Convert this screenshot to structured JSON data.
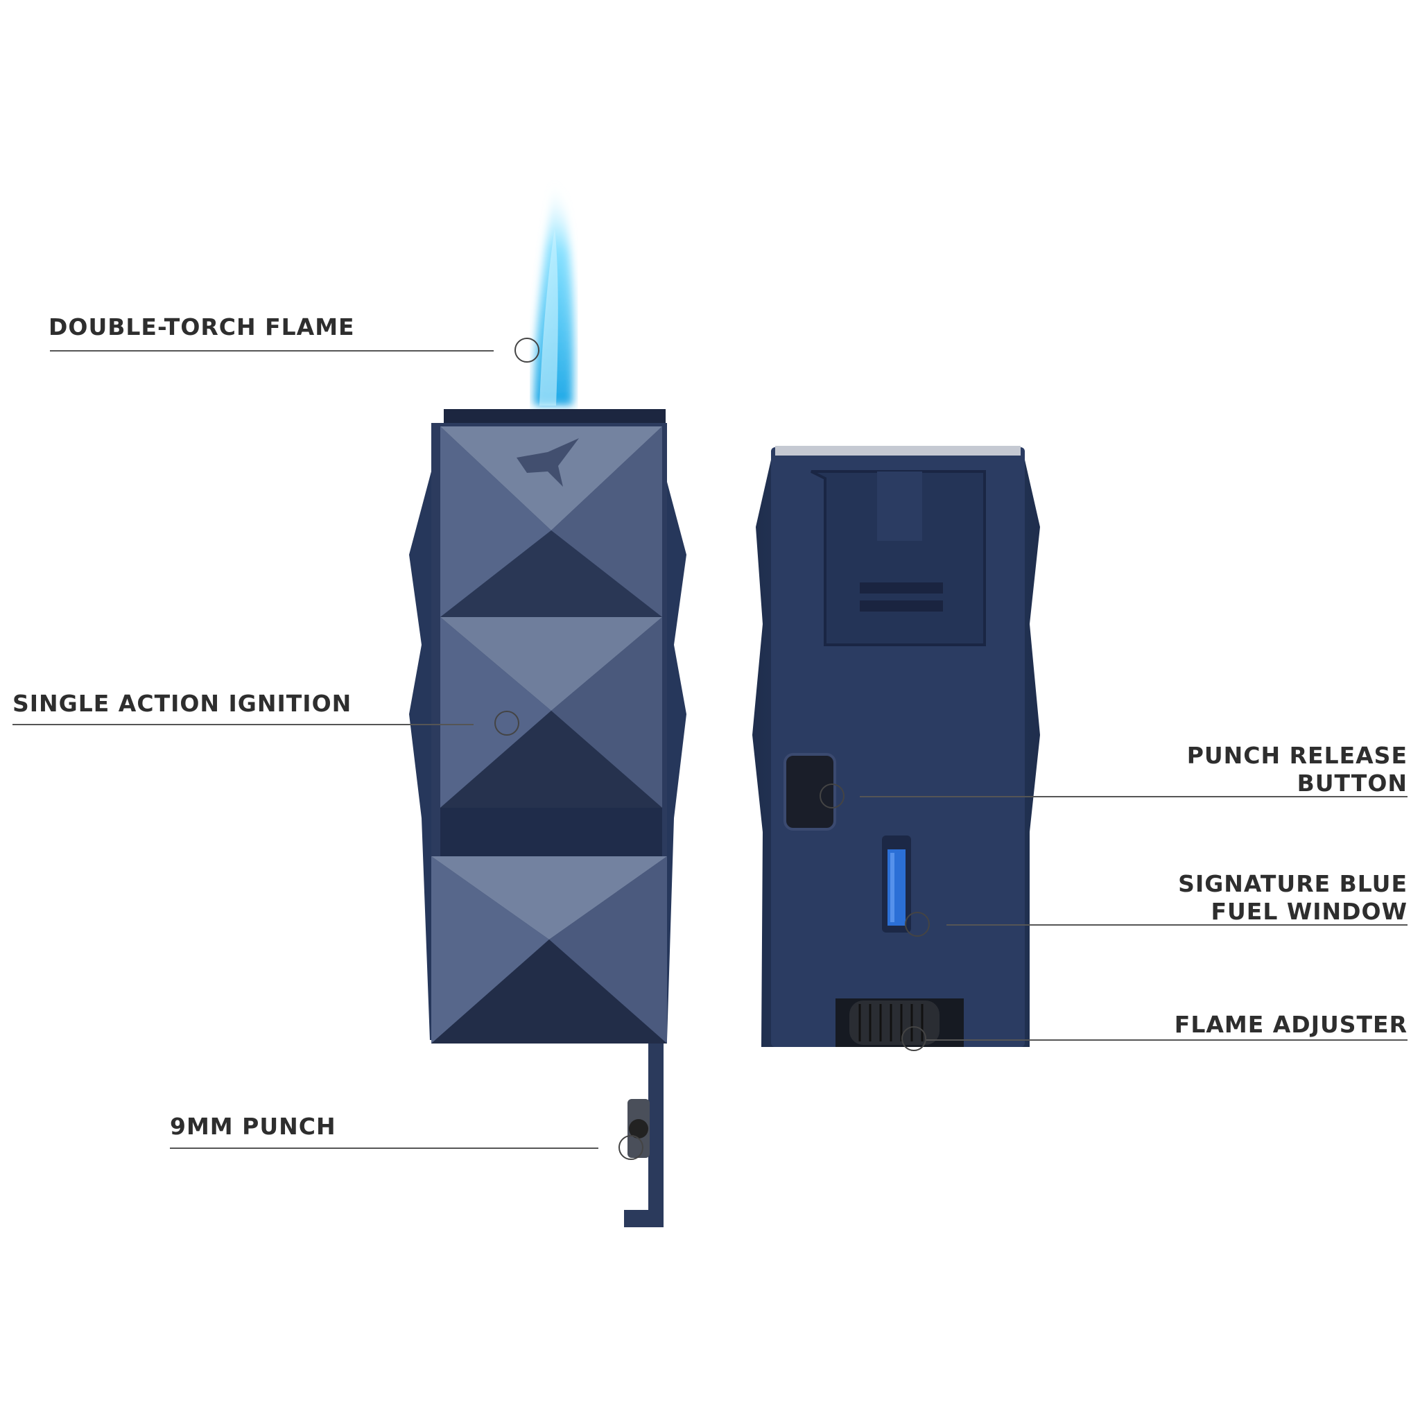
{
  "callouts": {
    "double_torch_flame": "DOUBLE-TORCH FLAME",
    "single_action_ignition": "SINGLE ACTION IGNITION",
    "nine_mm_punch": "9MM PUNCH",
    "punch_release_line1": "PUNCH RELEASE",
    "punch_release_line2": "BUTTON",
    "fuel_window_line1": "SIGNATURE BLUE",
    "fuel_window_line2": "FUEL WINDOW",
    "flame_adjuster": "FLAME ADJUSTER"
  },
  "colors": {
    "body_navy": "#2a3b5e",
    "flame_blue": "#2fc4f0",
    "fuel_blue": "#2b6fd6",
    "label_text": "#2e2e2e"
  }
}
